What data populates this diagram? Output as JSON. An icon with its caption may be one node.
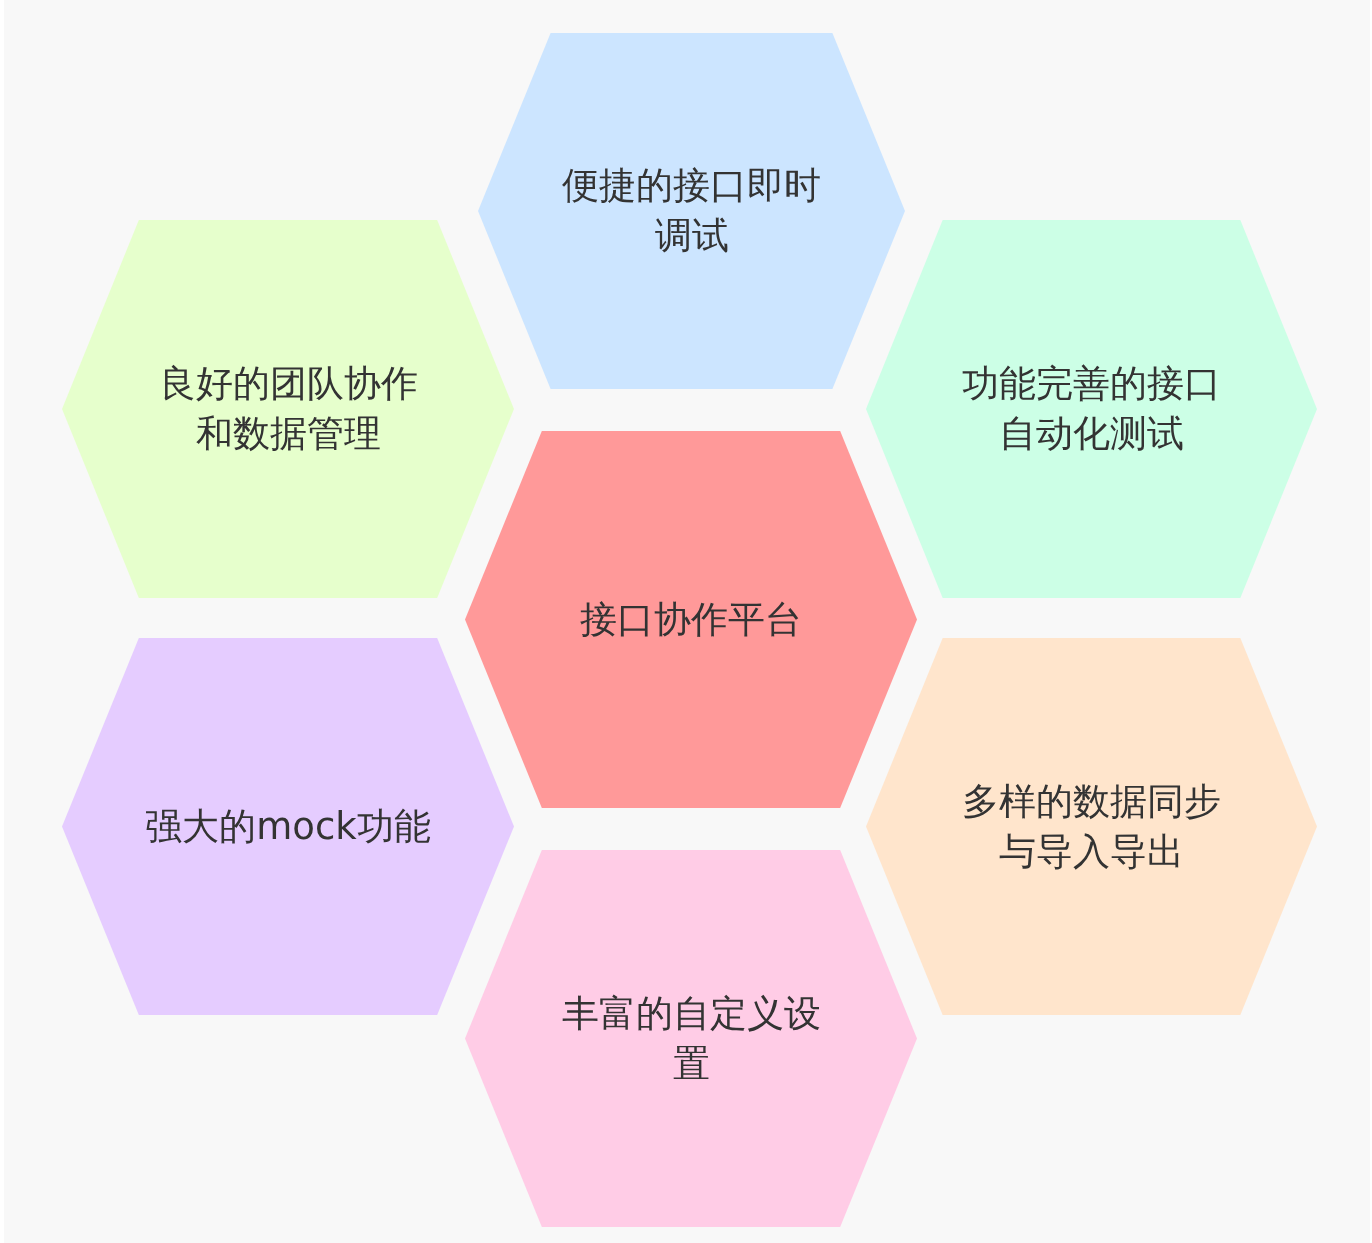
{
  "diagram": {
    "nodes": [
      {
        "text": [
          "便捷的接口即时调试"
        ]
      },
      {
        "text": [
          "良好的团队协作和数据管理"
        ]
      },
      {
        "text": [
          "功能完善的接口自动化测试"
        ]
      },
      {
        "text": [
          "接口协作平台"
        ]
      },
      {
        "text": [
          "强大的mock功能"
        ]
      },
      {
        "text": [
          "多样的数据同步与导入导出"
        ]
      },
      {
        "text": [
          "丰富的自定义设置"
        ]
      }
    ]
  }
}
